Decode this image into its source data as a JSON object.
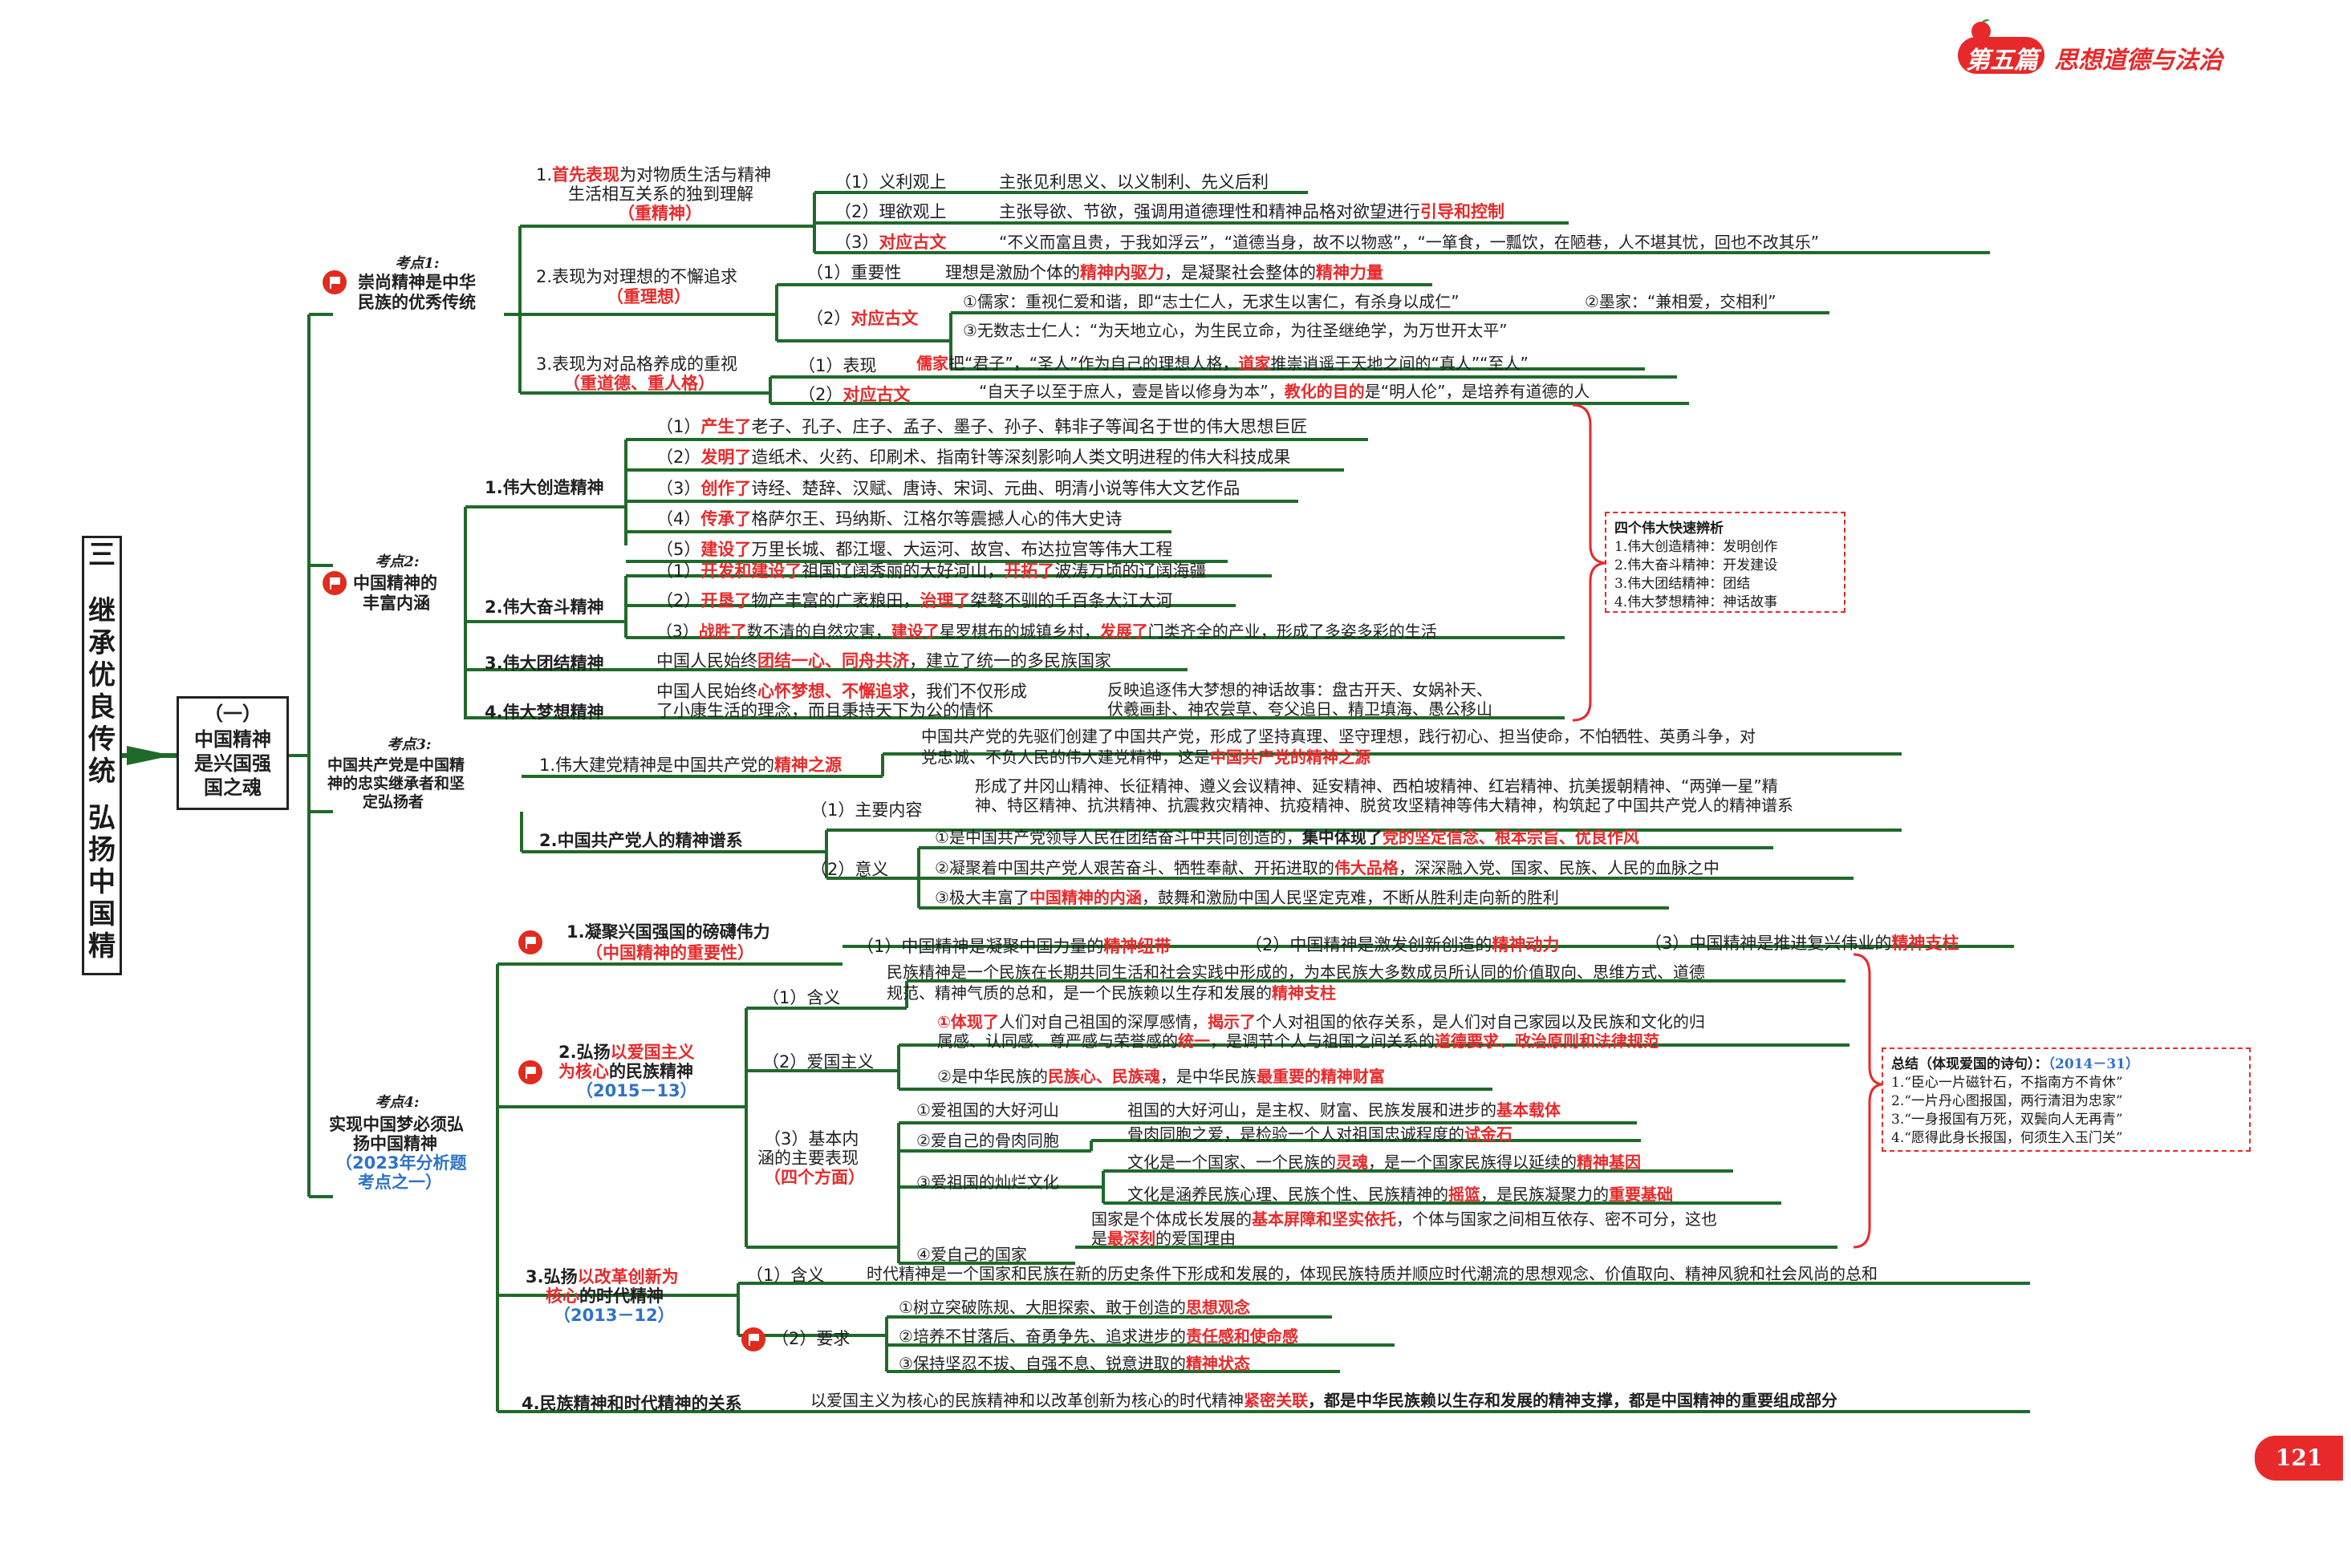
{
  "header": {
    "part": "第五篇",
    "title": "思想道德与法治"
  },
  "page_number": "121",
  "colors": {
    "accent_red": "#e8292a",
    "branch_green": "#1f6a2a",
    "blue": "#2d72c9"
  },
  "main_title": [
    "三",
    "继",
    "承",
    "优",
    "良",
    "传",
    "统",
    "弘",
    "扬",
    "中",
    "国",
    "精",
    "神"
  ],
  "sub_title": {
    "l1": "（一）",
    "l2": "中国精神",
    "l3": "是兴国强",
    "l4": "国之魂"
  },
  "kd1": {
    "tag": "考点1:",
    "title_1": "崇尚精神是中华",
    "title_2": "民族的优秀传统",
    "b1": {
      "p": "1.",
      "red": "首先表现",
      "rest": "为对物质生活与精神",
      "line2": "生活相互关系的独到理解",
      "tag": "（重精神）"
    },
    "b1_items": [
      {
        "label": "（1）义利观上",
        "text": "主张见利思义、以义制利、先义后利"
      },
      {
        "label": "（2）理欲观上",
        "text": "主张导欲、节欲，强调用道德理性和精神品格对欲望进行",
        "red": "引导和控制"
      },
      {
        "label_pre": "（3）",
        "label_red": "对应古文",
        "text": "“不义而富且贵，于我如浮云”，“道德当身，故不以物惑”，“一箪食，一瓢饮，在陋巷，人不堪其忧，回也不改其乐”"
      }
    ],
    "b2": {
      "text": "2.表现为对理想的不懈追求",
      "tag": "（重理想）"
    },
    "b2_items": {
      "i1_label": "（1）重要性",
      "i1_a": "理想是激励个体的",
      "i1_r1": "精神内驱力",
      "i1_b": "，是凝聚社会整体的",
      "i1_r2": "精神力量",
      "i2_pre": "（2）",
      "i2_red": "对应古文",
      "i2_a": "①儒家：重视仁爱和谐，即“志士仁人，无求生以害仁，有杀身以成仁”",
      "i2_b": "②墨家：“兼相爱，交相利”",
      "i2_c": "③无数志士仁人：“为天地立心，为生民立命，为往圣继绝学，为万世开太平”"
    },
    "b3": {
      "text": "3.表现为对品格养成的重视",
      "tag": "（重道德、重人格）"
    },
    "b3_items": {
      "i1_label": "（1）表现",
      "i1_r1": "儒家",
      "i1_a": "把“君子”，“圣人”作为自己的理想人格，",
      "i1_r2": "道家",
      "i1_b": "推崇逍遥于天地之间的“真人”“至人”",
      "i2_pre": "（2）",
      "i2_red": "对应古文",
      "i2_a": "“自天子以至于庶人，壹是皆以修身为本”，",
      "i2_r": "教化的目的",
      "i2_b": "是“明人伦”，是培养有道德的人"
    }
  },
  "kd2": {
    "tag": "考点2:",
    "title_1": "中国精神的",
    "title_2": "丰富内涵",
    "c1": "1.伟大创造精神",
    "c1_items": [
      {
        "n": "（1）",
        "r": "产生了",
        "t": "老子、孔子、庄子、孟子、墨子、孙子、韩非子等闻名于世的伟大思想巨匠"
      },
      {
        "n": "（2）",
        "r": "发明了",
        "t": "造纸术、火药、印刷术、指南针等深刻影响人类文明进程的伟大科技成果"
      },
      {
        "n": "（3）",
        "r": "创作了",
        "t": "诗经、楚辞、汉赋、唐诗、宋词、元曲、明清小说等伟大文艺作品"
      },
      {
        "n": "（4）",
        "r": "传承了",
        "t": "格萨尔王、玛纳斯、江格尔等震撼人心的伟大史诗"
      },
      {
        "n": "（5）",
        "r": "建设了",
        "t": "万里长城、都江堰、大运河、故宫、布达拉宫等伟大工程"
      }
    ],
    "c2": "2.伟大奋斗精神",
    "c2_items": [
      {
        "n": "（1）",
        "r": "开发和建设了",
        "t": "祖国辽阔秀丽的大好河山，",
        "r2": "开拓了",
        "t2": "波涛万顷的辽阔海疆"
      },
      {
        "n": "（2）",
        "r": "开垦了",
        "t": "物产丰富的广袤粮田，",
        "r2": "治理了",
        "t2": "桀骜不驯的千百条大江大河"
      },
      {
        "n": "（3）",
        "r": "战胜了",
        "t": "数不清的自然灾害，",
        "r2": "建设了",
        "t2": "星罗棋布的城镇乡村，",
        "r3": "发展了",
        "t3": "门类齐全的产业，形成了多姿多彩的生活"
      }
    ],
    "c3": "3.伟大团结精神",
    "c3_a": "中国人民始终",
    "c3_r": "团结一心、同舟共济",
    "c3_b": "，建立了统一的多民族国家",
    "c4": "4.伟大梦想精神",
    "c4_a": "中国人民始终",
    "c4_r": "心怀梦想、不懈追求",
    "c4_b": "，我们不仅形成",
    "c4_line2": "了小康生活的理念，而且秉持天下为公的情怀",
    "c4_c1": "反映追逐伟大梦想的神话故事：盘古开天、女娲补天、",
    "c4_c2": "伏羲画卦、神农尝草、夸父追日、精卫填海、愚公移山"
  },
  "note1": {
    "title": "四个伟大快速辨析",
    "lines": [
      "1.伟大创造精神：发明创作",
      "2.伟大奋斗精神：开发建设",
      "3.伟大团结精神：团结",
      "4.伟大梦想精神：神话故事"
    ]
  },
  "kd3": {
    "tag": "考点3:",
    "title_1": "中国共产党是中国精",
    "title_2": "神的忠实继承者和坚",
    "title_3": "定弘扬者",
    "d1_a": "1.伟大建党精神是中国共产党的",
    "d1_r": "精神之源",
    "d1_t1": "中国共产党的先驱们创建了中国共产党，形成了坚持真理、坚守理想，践行初心、担当使命，不怕牺牲、英勇斗争，对",
    "d1_t2a": "党忠诚、不负人民的伟大建党精神，这是",
    "d1_t2r": "中国共产党的精神之源",
    "d2": "2.中国共产党人的精神谱系",
    "d2_i1": "（1）主要内容",
    "d2_i1_t1": "形成了井冈山精神、长征精神、遵义会议精神、延安精神、西柏坡精神、红岩精神、抗美援朝精神、“两弹一星”精",
    "d2_i1_t2": "神、特区精神、抗洪精神、抗震救灾精神、抗疫精神、脱贫攻坚精神等伟大精神，构筑起了中国共产党人的精神谱系",
    "d2_i2": "（2）意义",
    "d2_i2_a1": "①是中国共产党领导人民在团结奋斗中共同创造的，",
    "d2_i2_a2": "集中体现了",
    "d2_i2_ar": "党的坚定信念、根本宗旨、优良作风",
    "d2_i2_b1": "②凝聚着中国共产党人艰苦奋斗、牺牲奉献、开拓进取的",
    "d2_i2_br": "伟大品格",
    "d2_i2_b2": "，深深融入党、国家、民族、人民的血脉之中",
    "d2_i2_c1": "③极大丰富了",
    "d2_i2_cr": "中国精神的内涵",
    "d2_i2_c2": "，鼓舞和激励中国人民坚定克难，不断从胜利走向新的胜利"
  },
  "kd4": {
    "tag": "考点4:",
    "title_1": "实现中国梦必须弘",
    "title_2": "扬中国精神",
    "year_1": "（2023年分析题",
    "year_2": "考点之一）",
    "e1": "1.凝聚兴国强国的磅礴伟力",
    "e1_tag": "（中国精神的重要性）",
    "e1_i1": "（1）中国精神是凝聚中国力量的",
    "e1_i1r": "精神纽带",
    "e1_i2": "（2）中国精神是激发创新创造的",
    "e1_i2r": "精神动力",
    "e1_i3": "（3）中国精神是推进复兴伟业的",
    "e1_i3r": "精神支柱",
    "e2_a": "2.弘扬",
    "e2_r": "以爱国主义",
    "e2_r2": "为核心",
    "e2_b": "的民族精神",
    "e2_year": "（2015－13）",
    "e2_i1": "（1）含义",
    "e2_i1_t1": "民族精神是一个民族在长期共同生活和社会实践中形成的，为本民族大多数成员所认同的价值取向、思维方式、道德",
    "e2_i1_t2": "规范、精神气质的总和，是一个民族赖以生存和发展的",
    "e2_i1_tr": "精神支柱",
    "e2_i2": "（2）爱国主义",
    "e2_i2_a1r": "①体现了",
    "e2_i2_a1": "人们对自己祖国的深厚感情，",
    "e2_i2_a2r": "揭示了",
    "e2_i2_a2": "个人对祖国的依存关系，是人们对自己家园以及民族和文化的归",
    "e2_i2_a3": "属感、认同感、尊严感与荣誉感的",
    "e2_i2_a3r": "统一",
    "e2_i2_a4": "，是调节个人与祖国之间关系的",
    "e2_i2_a4r": "道德要求、政治原则和法律规范",
    "e2_i2_b1": "②是中华民族的",
    "e2_i2_br": "民族心、民族魂",
    "e2_i2_b2": "，是中华民族",
    "e2_i2_br2": "最重要的精神财富",
    "e2_i3_1": "（3）基本内",
    "e2_i3_2": "涵的主要表现",
    "e2_i3_3": "（四个方面）",
    "e2_i3_a": "①爱祖国的大好河山",
    "e2_i3_at": "祖国的大好河山，是主权、财富、民族发展和进步的",
    "e2_i3_ar": "基本载体",
    "e2_i3_b": "②爱自己的骨肉同胞",
    "e2_i3_bt": "骨肉同胞之爱，是检验一个人对祖国忠诚程度的",
    "e2_i3_br": "试金石",
    "e2_i3_c": "③爱祖国的灿烂文化",
    "e2_i3_c1": "文化是一个国家、一个民族的",
    "e2_i3_c1r": "灵魂",
    "e2_i3_c1b": "，是一个国家民族得以延续的",
    "e2_i3_c1r2": "精神基因",
    "e2_i3_c2": "文化是涵养民族心理、民族个性、民族精神的",
    "e2_i3_c2r": "摇篮",
    "e2_i3_c2b": "，是民族凝聚力的",
    "e2_i3_c2r2": "重要基础",
    "e2_i3_d": "④爱自己的国家",
    "e2_i3_d1": "国家是个体成长发展的",
    "e2_i3_d1r": "基本屏障和坚实依托",
    "e2_i3_d1b": "，个体与国家之间相互依存、密不可分，这也",
    "e2_i3_d2": "是",
    "e2_i3_d2r": "最深刻",
    "e2_i3_d2b": "的爱国理由",
    "e3_a": "3.弘扬",
    "e3_r": "以改革创新为",
    "e3_r2": "核心",
    "e3_b": "的时代精神",
    "e3_year": "（2013－12）",
    "e3_i1": "（1）含义",
    "e3_i1_t": "时代精神是一个国家和民族在新的历史条件下形成和发展的，体现民族特质并顺应时代潮流的思想观念、价值取向、精神风貌和社会风尚的总和",
    "e3_i2": "（2）要求",
    "e3_i2_a": "①树立突破陈规、大胆探索、敢于创造的",
    "e3_i2_ar": "思想观念",
    "e3_i2_b": "②培养不甘落后、奋勇争先、追求进步的",
    "e3_i2_br": "责任感和使命感",
    "e3_i2_c": "③保持坚忍不拔、自强不息、锐意进取的",
    "e3_i2_cr": "精神状态",
    "e4": "4.民族精神和时代精神的关系",
    "e4_t": "以爱国主义为核心的民族精神和以改革创新为核心的时代精神",
    "e4_r": "紧密关联",
    "e4_t2": "，都是中华民族赖以生存和发展的精神支撑，都是中国精神的重要组成部分"
  },
  "note2": {
    "title_a": "总结（体现爱国的诗句）：",
    "title_b": "（2014－31）",
    "lines": [
      "1.“臣心一片磁针石，不指南方不肯休”",
      "2.“一片丹心图报国，两行清泪为忠家”",
      "3.“一身报国有万死，双鬓向人无再青”",
      "4.“愿得此身长报国，何须生入玉门关”"
    ]
  }
}
